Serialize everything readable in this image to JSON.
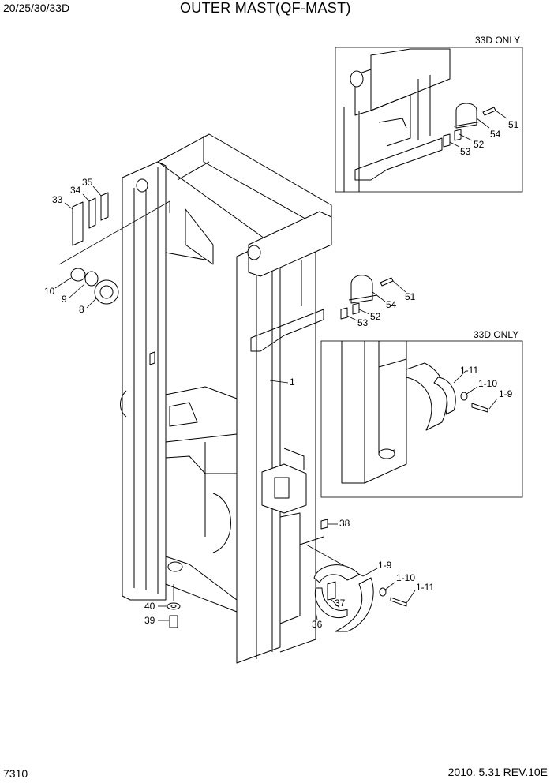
{
  "header": {
    "model": "20/25/30/33D",
    "title": "OUTER MAST(QF-MAST)"
  },
  "footer": {
    "page_number": "7310",
    "date_rev": "2010. 5.31  REV.10E"
  },
  "detail_top": {
    "label": "33D ONLY",
    "callouts": [
      "51",
      "54",
      "52",
      "53"
    ]
  },
  "detail_mid": {
    "label": "33D ONLY",
    "callouts": [
      "1-11",
      "1-10",
      "1-9"
    ]
  },
  "main_callouts": [
    "33",
    "34",
    "35",
    "10",
    "9",
    "8",
    "51",
    "54",
    "52",
    "53",
    "1",
    "38",
    "1-9",
    "1-10",
    "1-11",
    "37",
    "36",
    "40",
    "39"
  ]
}
